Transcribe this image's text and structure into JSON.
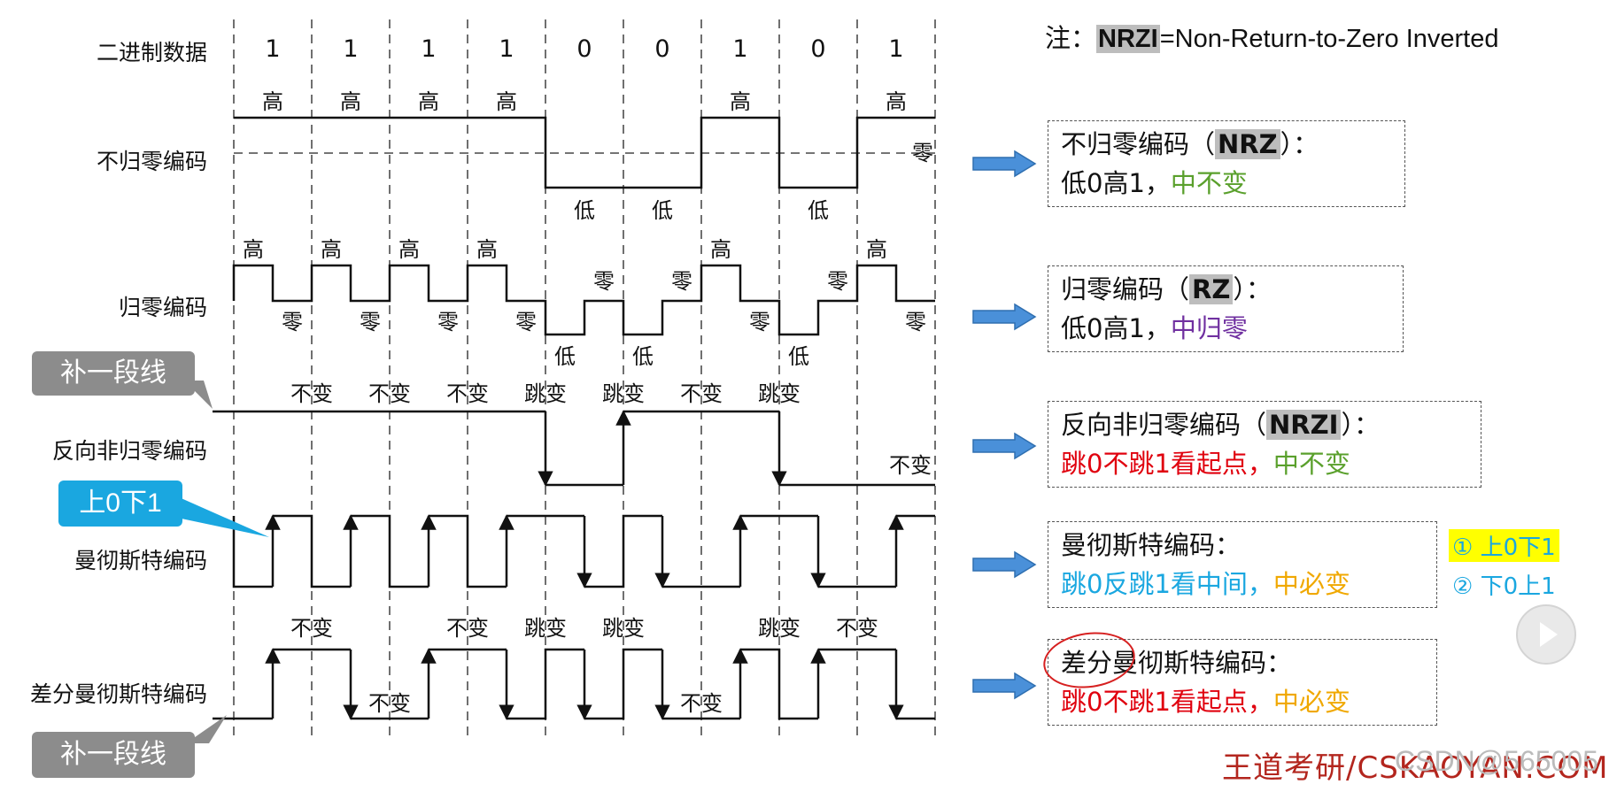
{
  "bits": [
    "1",
    "1",
    "1",
    "1",
    "0",
    "0",
    "1",
    "0",
    "1"
  ],
  "row_labels": {
    "data": "二进制数据",
    "nrz": "不归零编码",
    "rz": "归零编码",
    "nrzi": "反向非归零编码",
    "manchester": "曼彻斯特编码",
    "diff_manchester": "差分曼彻斯特编码"
  },
  "signal_words": {
    "high": "高",
    "low": "低",
    "zero": "零",
    "unchanged": "不变",
    "jump": "跳变"
  },
  "nrz_zero_label": "零",
  "nrzi_labels": [
    "不变",
    "不变",
    "不变",
    "跳变",
    "跳变",
    "不变",
    "跳变",
    "不变"
  ],
  "diff_manchester_labels": [
    "不变",
    "不变",
    "不变",
    "跳变",
    "跳变",
    "不变",
    "跳变",
    "不变"
  ],
  "note": {
    "prefix": "注：",
    "term": "NRZI",
    "text": "=Non-Return-to-Zero Inverted"
  },
  "boxes": {
    "nrz": {
      "title_pre": "不归零编码（",
      "title_code": "NRZ",
      "title_post": "）：",
      "rule": "低0高1，",
      "emph": "中不变"
    },
    "rz": {
      "title_pre": "归零编码（",
      "title_code": "RZ",
      "title_post": "）：",
      "rule": "低0高1，",
      "emph": "中归零"
    },
    "nrzi": {
      "title_pre": "反向非归零编码（",
      "title_code": "NRZI",
      "title_post": "）：",
      "rule": "跳0不跳1看起点，",
      "emph": "中不变"
    },
    "manchester": {
      "title": "曼彻斯特编码：",
      "rule": "跳0反跳1看中间，",
      "emph": "中必变"
    },
    "diff_manchester": {
      "title": "差分曼彻斯特编码：",
      "rule": "跳0不跳1看起点，",
      "emph": "中必变"
    }
  },
  "manchester_notes": [
    "① 上0下1",
    "② 下0上1"
  ],
  "callouts": {
    "supplement_top": "补一段线",
    "up0down1": "上0下1",
    "supplement_bottom": "补一段线"
  },
  "brand": "王道考研/CSKAOYAN.COM",
  "watermark": "CSDN@565005",
  "colors": {
    "green": "#5aa02c",
    "purple": "#7030a0",
    "red": "#e0000e",
    "cyan": "#1aa7e0",
    "orange": "#f0a800",
    "arrow_blue": "#4a90d9",
    "callout_gray": "#8c8c8c",
    "callout_blue": "#1aa7e0",
    "highlight_yellow": "#ffff00"
  }
}
